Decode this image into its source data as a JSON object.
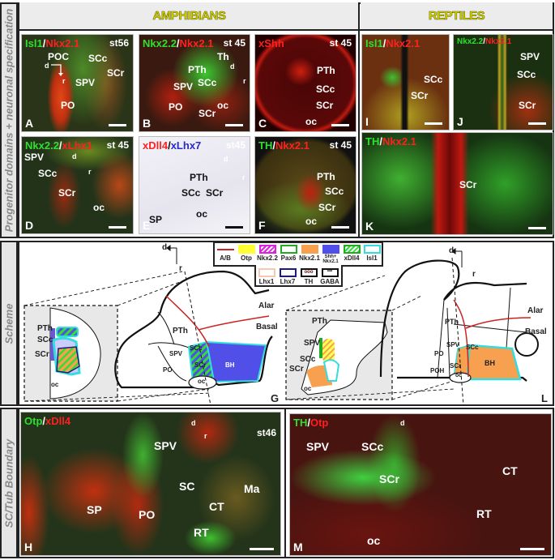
{
  "headers": {
    "amphibians": "AMPHIBIANS",
    "reptiles": "REPTILES"
  },
  "side_labels": {
    "top": "Progenitor domains + neuronal specification",
    "scheme": "Scheme",
    "bottom": "SC/Tub Boundary"
  },
  "panels": {
    "A": {
      "letter": "A",
      "m1": "Isl1",
      "m2": "Nkx2.1",
      "stage": "st56",
      "labels": [
        "POC",
        "SCc",
        "SCr",
        "SPV",
        "PO"
      ],
      "axis": [
        "d",
        "r"
      ]
    },
    "B": {
      "letter": "B",
      "m1": "Nkx2.2",
      "m2": "Nkx2.1",
      "stage": "st 45",
      "labels": [
        "Th",
        "PTh",
        "SPV",
        "SCc",
        "PO",
        "SCr",
        "oc"
      ],
      "axis": [
        "d",
        "r"
      ]
    },
    "C": {
      "letter": "C",
      "m1": "xShh",
      "stage": "st 45",
      "labels": [
        "PTh",
        "SCc",
        "SCr",
        "oc"
      ]
    },
    "D": {
      "letter": "D",
      "m1": "Nkx2.2",
      "m2": "xLhx1",
      "stage": "st 45",
      "labels": [
        "SPV",
        "SCc",
        "SCr",
        "oc"
      ],
      "axis": [
        "d",
        "r"
      ]
    },
    "E": {
      "letter": "E",
      "m1": "xDll4",
      "m2": "xLhx7",
      "stage": "st45",
      "labels": [
        "PTh",
        "SCc",
        "SCr",
        "SP",
        "oc"
      ],
      "axis": [
        "d",
        "r"
      ]
    },
    "F": {
      "letter": "F",
      "m1": "TH",
      "m2": "Nkx2.1",
      "stage": "st 45",
      "labels": [
        "PTh",
        "SCc",
        "SCr",
        "oc"
      ]
    },
    "I": {
      "letter": "I",
      "m1": "Isl1",
      "m2": "Nkx2.1",
      "labels": [
        "SCc",
        "SCr"
      ]
    },
    "J": {
      "letter": "J",
      "m1": "Nkx2.2",
      "m2": "Nkx2.1",
      "labels": [
        "SPV",
        "SCc",
        "SCr"
      ]
    },
    "K": {
      "letter": "K",
      "m1": "TH",
      "m2": "Nkx2.1",
      "labels": [
        "SCr"
      ]
    },
    "H": {
      "letter": "H",
      "m1": "Otp",
      "m2": "xDll4",
      "stage": "st46",
      "labels": [
        "SPV",
        "SP",
        "PO",
        "SC",
        "Ma",
        "CT",
        "RT"
      ],
      "axis": [
        "d",
        "r"
      ]
    },
    "M": {
      "letter": "M",
      "m1": "TH",
      "m2": "Otp",
      "labels": [
        "SPV",
        "SCc",
        "SCr",
        "CT",
        "RT",
        "oc"
      ],
      "axis": [
        "d"
      ]
    }
  },
  "scheme": {
    "G": {
      "letter": "G",
      "axis": [
        "d",
        "r"
      ],
      "labels": [
        "Alar",
        "Basal",
        "PTh",
        "SPV",
        "PO",
        "SCc",
        "SCr",
        "BH",
        "oc"
      ],
      "inset": [
        "PTh",
        "SCc",
        "SCr",
        "oc"
      ]
    },
    "L": {
      "letter": "L",
      "axis": [
        "d",
        "r"
      ],
      "labels": [
        "Alar",
        "Basal",
        "PTh",
        "SPV",
        "PO",
        "POH",
        "SCc",
        "SCr",
        "BH",
        "oc"
      ],
      "inset": [
        "PTh",
        "SPV",
        "SCc",
        "SCr",
        "oc"
      ]
    },
    "legend": [
      "A/B",
      "Otp",
      "Nkx2.2",
      "Pax6",
      "Nkx2.1",
      "Shh+ Nkx2.1",
      "xDll4",
      "Isl1",
      "Lhx1",
      "Lhx7",
      "TH",
      "GABA"
    ]
  },
  "colors": {
    "otp": "#ffff33",
    "nkx22": "#e020e0",
    "pax6": "#22aa22",
    "nkx21": "#f7a050",
    "shh": "#5050e8",
    "dll4": "#33dd33",
    "isl1": "#33dddd",
    "lhx1": "#f5c8b0",
    "lhx7": "#1a1a80",
    "th": "#661111",
    "ab": "#cc2222"
  }
}
